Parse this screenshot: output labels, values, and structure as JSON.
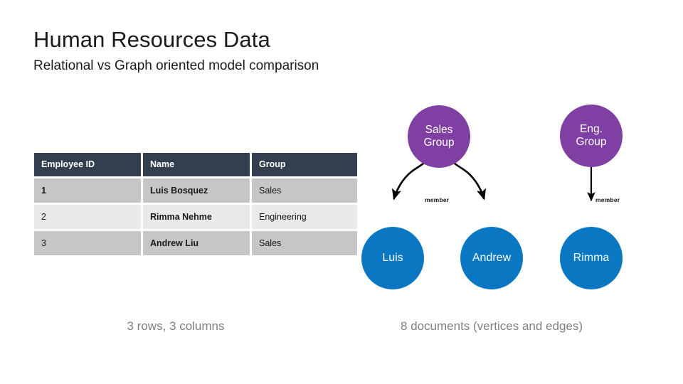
{
  "slide": {
    "title": "Human Resources Data",
    "subtitle": "Relational vs Graph oriented model comparison"
  },
  "table": {
    "headers": [
      "Employee ID",
      "Name",
      "Group"
    ],
    "rows": [
      {
        "id": "1",
        "name": "Luis Bosquez",
        "group": "Sales"
      },
      {
        "id": "2",
        "name": "Rimma Nehme",
        "group": "Engineering"
      },
      {
        "id": "3",
        "name": "Andrew Liu",
        "group": "Sales"
      }
    ],
    "header_bg": "#333F4F",
    "row_bg_odd": "#C6C6C6",
    "row_bg_even": "#E9E9E9"
  },
  "graph": {
    "group_nodes": [
      {
        "line1": "Sales",
        "line2": "Group"
      },
      {
        "line1": "Eng.",
        "line2": "Group"
      }
    ],
    "person_nodes": [
      {
        "label": "Luis"
      },
      {
        "label": "Andrew"
      },
      {
        "label": "Rimma"
      }
    ],
    "edge_labels": [
      "member",
      "member"
    ],
    "group_color": "#7F3FA3",
    "person_color": "#0A77C2",
    "edge_color": "#000000"
  },
  "captions": {
    "left": "3 rows, 3 columns",
    "right": "8 documents (vertices and edges)"
  }
}
